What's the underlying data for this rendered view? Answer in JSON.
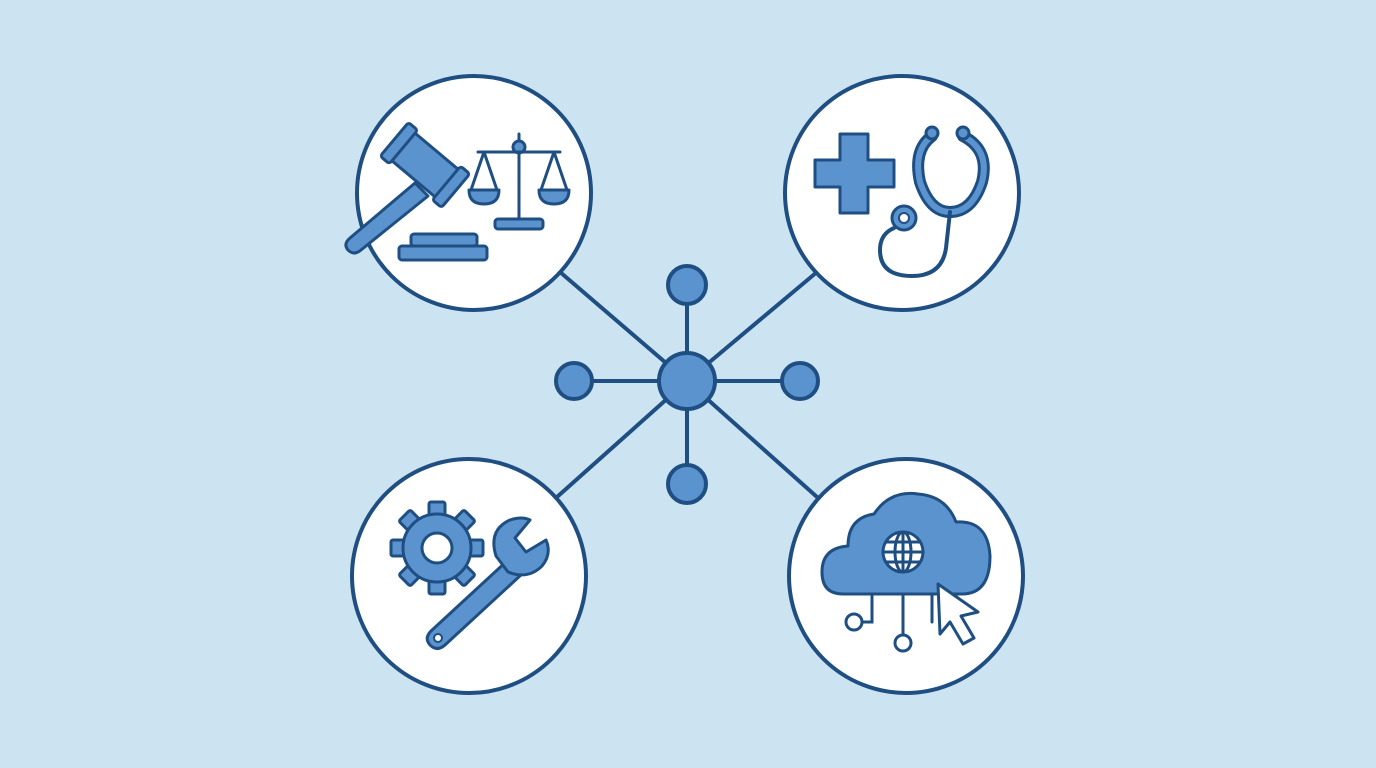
{
  "colors": {
    "background": "#cce3f1",
    "outline": "#1f4f82",
    "accent_fill": "#5b93cf",
    "circle_fill": "#ffffff"
  },
  "hub": {
    "center_icon": "network-hub-node",
    "satellite_icons": [
      "node-top",
      "node-right",
      "node-bottom",
      "node-left"
    ]
  },
  "domains": [
    {
      "key": "law",
      "icons": [
        "gavel-icon",
        "scales-of-justice-icon",
        "sound-block-icon"
      ]
    },
    {
      "key": "health",
      "icons": [
        "medical-cross-icon",
        "stethoscope-icon"
      ]
    },
    {
      "key": "engineering",
      "icons": [
        "gear-icon",
        "wrench-icon"
      ]
    },
    {
      "key": "web",
      "icons": [
        "cloud-icon",
        "globe-icon",
        "cursor-icon",
        "connection-nodes-icon"
      ]
    }
  ]
}
